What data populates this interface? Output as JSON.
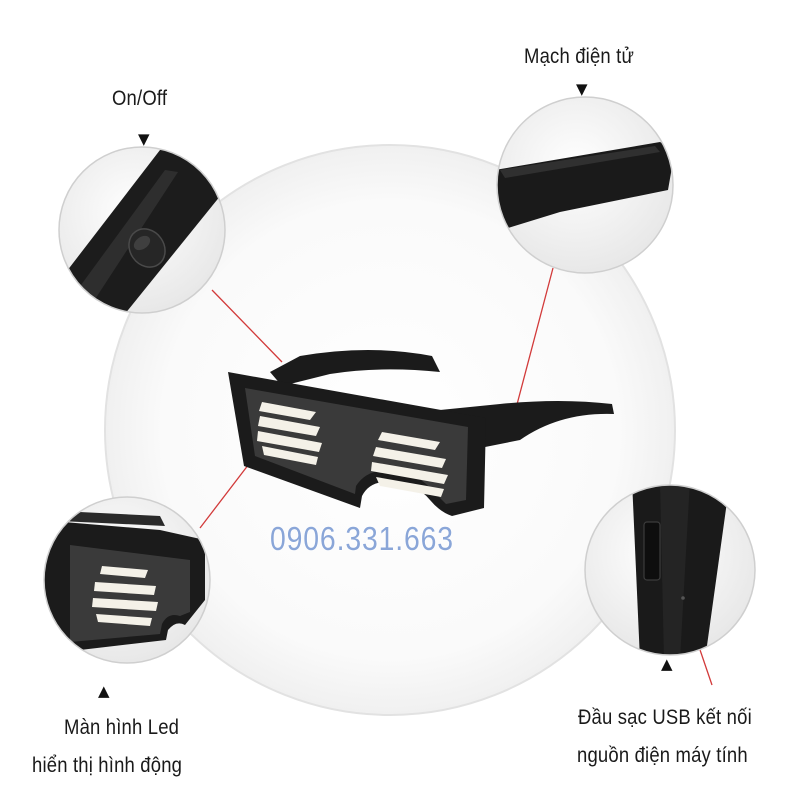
{
  "callouts": {
    "on_off": "On/Off",
    "circuit": "Mạch điện tử",
    "led_line1": "Màn hình Led",
    "led_line2": "hiển thị hình động",
    "usb_line1": "Đầu sạc USB kết nối",
    "usb_line2": "nguồn điện máy tính"
  },
  "watermark_phone": "0906.331.663",
  "colors": {
    "leader_line": "#d23a3a",
    "watermark": "#8aa6d8",
    "frame": "#1b1b1b",
    "led_bar": "#f4f1e8"
  },
  "icons": {
    "pointer": "triangle-down-icon",
    "pointer_up": "triangle-up-icon"
  }
}
